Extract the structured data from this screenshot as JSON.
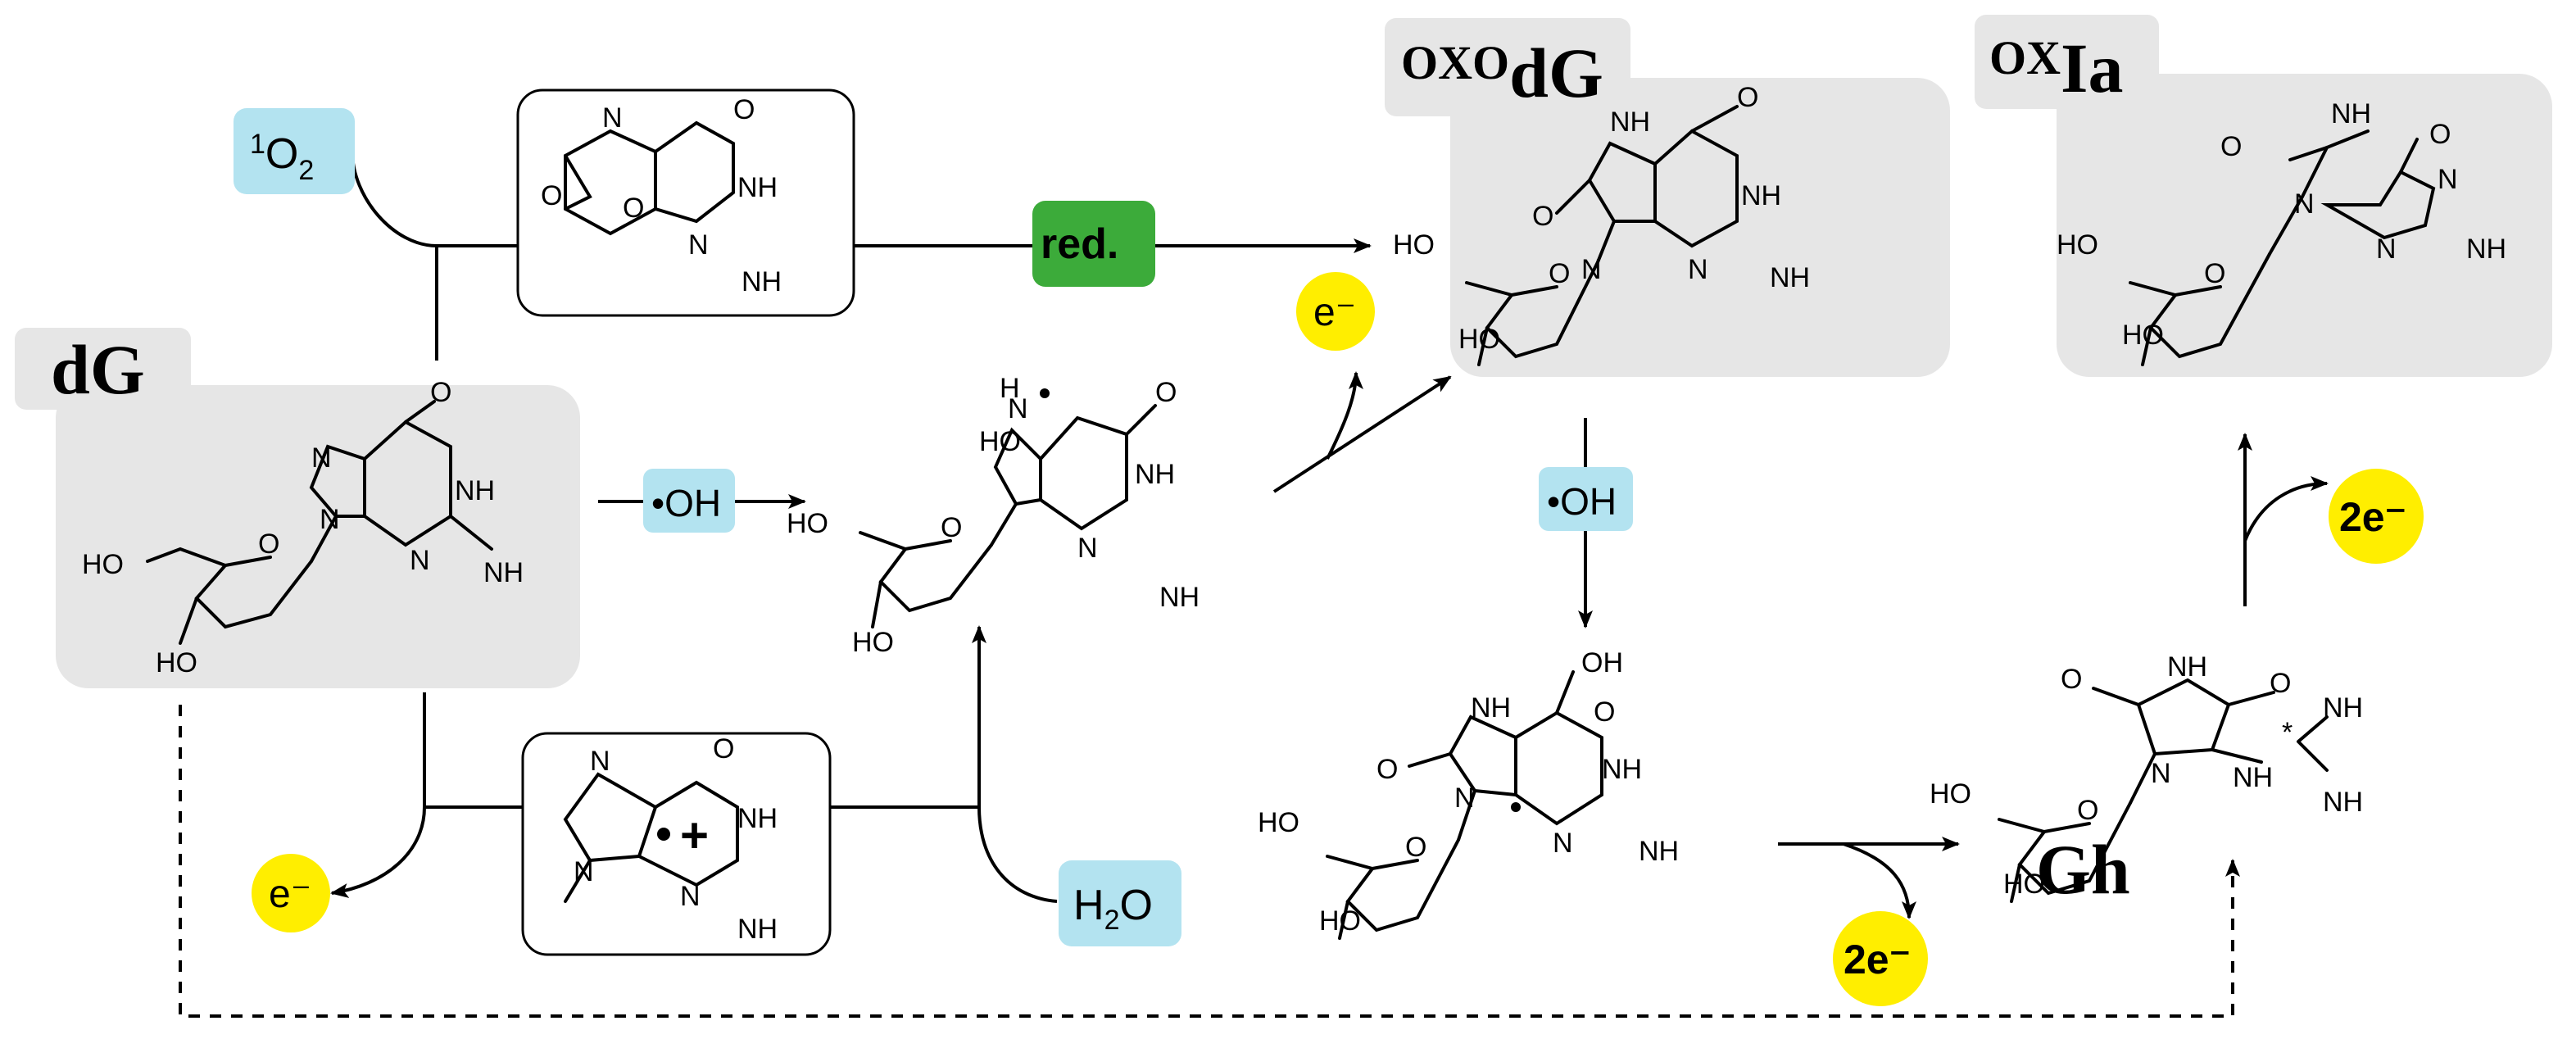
{
  "compounds": {
    "dG": "dG",
    "oxodG": {
      "sup": "OXO",
      "main": "dG"
    },
    "oxIa": {
      "sup": "OX",
      "main": "Ia"
    },
    "gh": "Gh"
  },
  "reagents": {
    "singlet_oxygen": {
      "sup": "1",
      "main": "O",
      "sub": "2"
    },
    "hydroxyl_1": "•OH",
    "hydroxyl_2": "•OH",
    "water": {
      "main": "H",
      "sub": "2",
      "tail": "O"
    },
    "reduction": "red."
  },
  "electrons": {
    "e_top": "e⁻",
    "e_left": "e⁻",
    "two_e_mid": "2e⁻",
    "two_e_right": "2e⁻"
  },
  "atoms": {
    "HO": "HO",
    "OH": "OH",
    "NH": "NH",
    "NH2": "NH",
    "N": "N",
    "O": "O",
    "H": "H",
    "star": "*"
  },
  "colors": {
    "reagent_box": "#b3e3f0",
    "electron": "#ffee00",
    "reduction_box": "#3cab3a",
    "compound_panel": "#e6e6e6"
  }
}
